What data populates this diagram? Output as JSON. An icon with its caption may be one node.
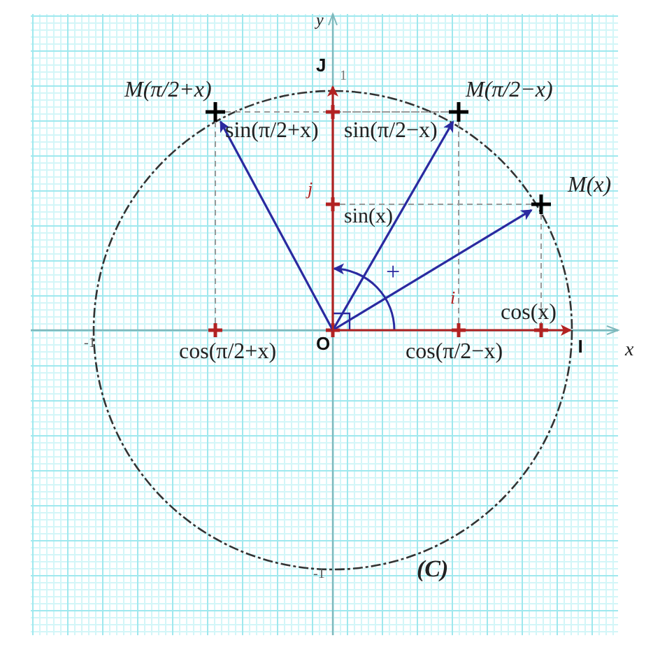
{
  "diagram": {
    "nodes": [
      {
        "text": [
          "O"
        ]
      },
      {
        "text": [],
        "shape": "cross",
        "beside": [
          "M(x)"
        ]
      },
      {
        "text": [],
        "shape": "cross",
        "beside": [
          "M(π/2−x)"
        ]
      },
      {
        "text": [],
        "shape": "cross",
        "beside": [
          "M(π/2+x)"
        ]
      },
      {
        "text": [
          "I"
        ]
      },
      {
        "text": [
          "J"
        ]
      }
    ],
    "edges": [
      {
        "from": 0,
        "to": 1,
        "arrow": "to"
      },
      {
        "from": 0,
        "to": 2,
        "arrow": "to"
      },
      {
        "from": 0,
        "to": 3,
        "arrow": "to"
      },
      {
        "from": 0,
        "to": 4,
        "arrow": "to",
        "color": "#b22222"
      },
      {
        "from": 0,
        "to": 5,
        "arrow": "to",
        "color": "#b22222"
      }
    ],
    "labels": [
      "y",
      "1",
      "sin(π/2+x)",
      "sin(π/2−x)",
      "j⃗",
      "sin(x)",
      "+",
      "i⃗",
      "cos(x)",
      "-1",
      "cos(π/2+x)",
      "cos(π/2−x)",
      "x",
      "-1",
      "(C)"
    ]
  }
}
